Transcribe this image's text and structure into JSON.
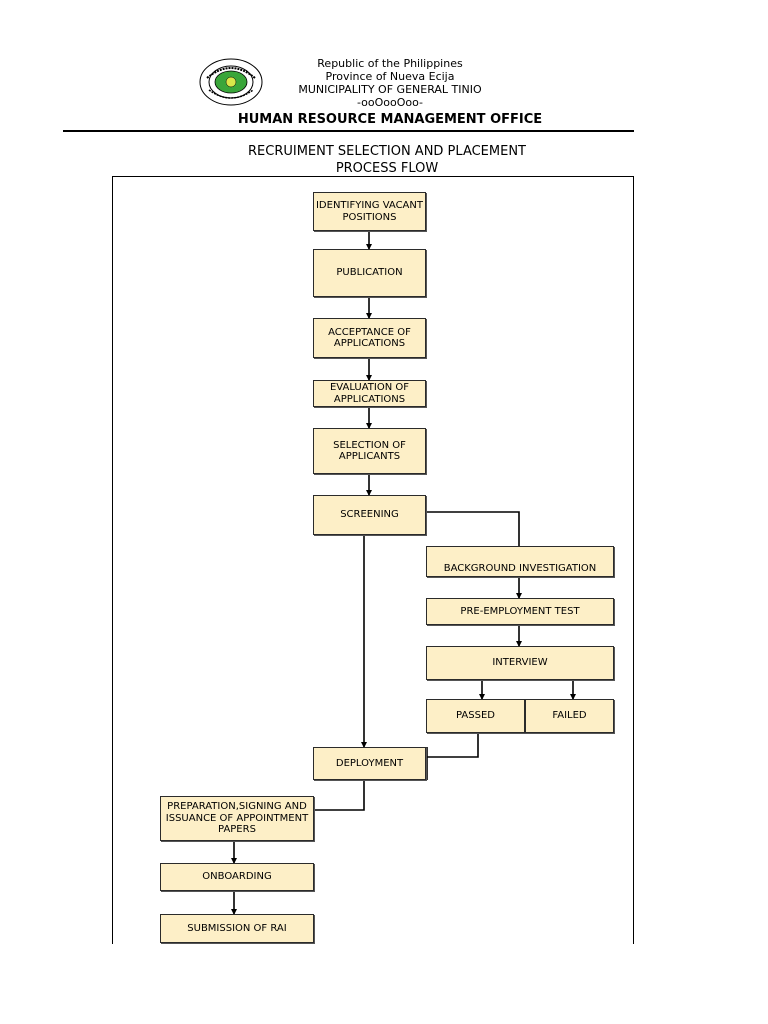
{
  "header": {
    "line1": "Republic of the Philippines",
    "line2": "Province of Nueva Ecija",
    "line3": "MUNICIPALITY OF GENERAL TINIO",
    "line4": "-ooOooOoo-",
    "office": "HUMAN RESOURCE MANAGEMENT OFFICE",
    "logo_text": "BAYAN NG GENERAL TINIO · NUEVA ECIJA"
  },
  "title": {
    "line1": "RECRUIMENT SELECTION AND PLACEMENT",
    "line2": "PROCESS FLOW"
  },
  "steps": {
    "identifying": "IDENTIFYING VACANT POSITIONS",
    "publication": "PUBLICATION",
    "acceptance": "ACCEPTANCE OF APPLICATIONS",
    "evaluation": "EVALUATION OF APPLICATIONS",
    "selection": "SELECTION OF APPLICANTS",
    "screening": "SCREENING",
    "background": "BACKGROUND INVESTIGATION",
    "pre_employment": "PRE-EMPLOYMENT TEST",
    "interview": "INTERVIEW",
    "passed": "PASSED",
    "failed": "FAILED",
    "deployment": "DEPLOYMENT",
    "preparation": "PREPARATION,SIGNING AND ISSUANCE OF APPOINTMENT PAPERS",
    "onboarding": "ONBOARDING",
    "submission": "SUBMISSION OF RAI"
  },
  "colors": {
    "box_fill": "#fdefc7",
    "line": "#000000"
  }
}
